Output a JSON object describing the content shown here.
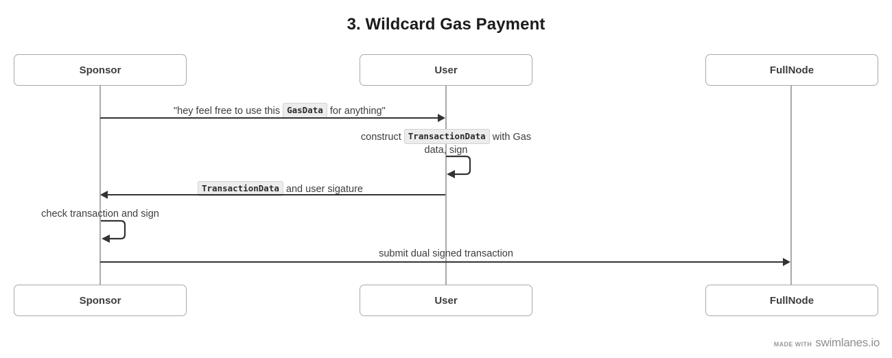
{
  "diagram": {
    "title": "3. Wildcard Gas Payment",
    "type": "sequence-diagram",
    "colors": {
      "box_border": "#a8a8a8",
      "lifeline": "#a9a9a9",
      "message_line": "#333333",
      "text": "#3d3d3d",
      "title": "#1b1b1b",
      "code_chip_bg": "#ececec",
      "footer": "#9a9a9a"
    },
    "actors": [
      {
        "id": "sponsor",
        "label": "Sponsor"
      },
      {
        "id": "user",
        "label": "User"
      },
      {
        "id": "fullnode",
        "label": "FullNode"
      }
    ],
    "messages": [
      {
        "id": "m1",
        "from": "sponsor",
        "to": "user",
        "direction": "right",
        "kind": "call",
        "label_parts": [
          {
            "type": "text",
            "text": "\"hey feel free to use this "
          },
          {
            "type": "code",
            "text": "GasData"
          },
          {
            "type": "text",
            "text": " for anything\""
          }
        ],
        "label_plain": "\"hey feel free to use this GasData for anything\""
      },
      {
        "id": "m2",
        "from": "user",
        "to": "user",
        "direction": "self",
        "kind": "self-loop",
        "label_parts": [
          {
            "type": "text",
            "text": "construct "
          },
          {
            "type": "code",
            "text": "TransactionData"
          },
          {
            "type": "text",
            "text": " with Gas data, sign"
          }
        ],
        "label_plain": "construct TransactionData with Gas data, sign"
      },
      {
        "id": "m3",
        "from": "user",
        "to": "sponsor",
        "direction": "left",
        "kind": "return",
        "label_parts": [
          {
            "type": "code",
            "text": "TransactionData"
          },
          {
            "type": "text",
            "text": " and user sigature"
          }
        ],
        "label_plain": "TransactionData and user sigature"
      },
      {
        "id": "m4",
        "from": "sponsor",
        "to": "sponsor",
        "direction": "self",
        "kind": "self-loop",
        "label_parts": [
          {
            "type": "text",
            "text": "check transaction and sign"
          }
        ],
        "label_plain": "check transaction and sign"
      },
      {
        "id": "m5",
        "from": "sponsor",
        "to": "fullnode",
        "direction": "right",
        "kind": "call",
        "label_parts": [
          {
            "type": "text",
            "text": "submit dual signed transaction"
          }
        ],
        "label_plain": "submit dual signed transaction"
      }
    ]
  },
  "footer": {
    "made_with": "MADE WITH",
    "brand": "swimlanes.io"
  }
}
